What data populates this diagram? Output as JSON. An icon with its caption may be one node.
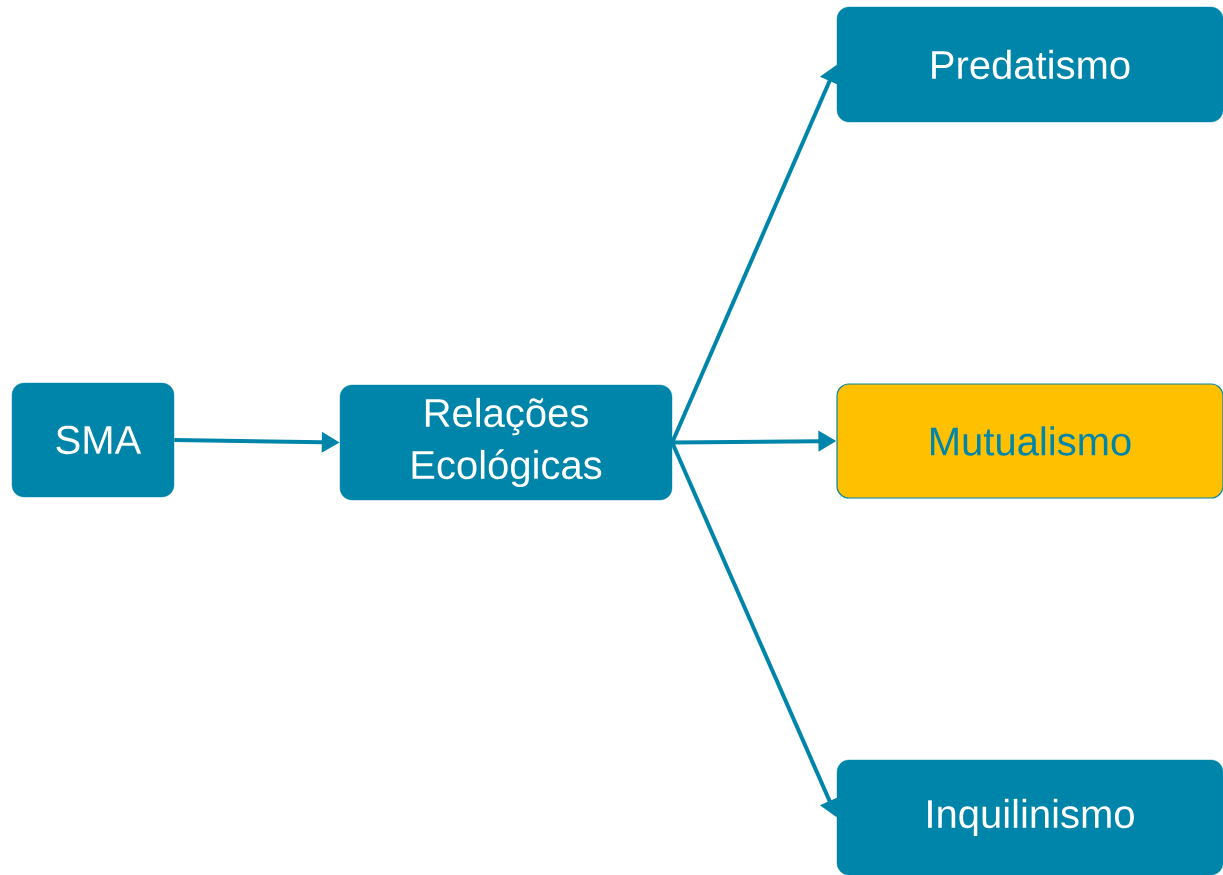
{
  "diagram": {
    "nodes": [
      {
        "text": [
          "SMA"
        ]
      },
      {
        "text": [
          "Relações Ecológicas"
        ]
      },
      {
        "text": [
          "Predatismo"
        ]
      },
      {
        "text": [
          "Mutualismo"
        ]
      },
      {
        "text": [
          "Inquilinismo"
        ]
      }
    ],
    "edges": [
      {
        "from": 0,
        "to": 1,
        "arrow": "to"
      },
      {
        "from": 1,
        "to": 2,
        "arrow": "to"
      },
      {
        "from": 1,
        "to": 3,
        "arrow": "to"
      },
      {
        "from": 1,
        "to": 4,
        "arrow": "to"
      }
    ]
  }
}
